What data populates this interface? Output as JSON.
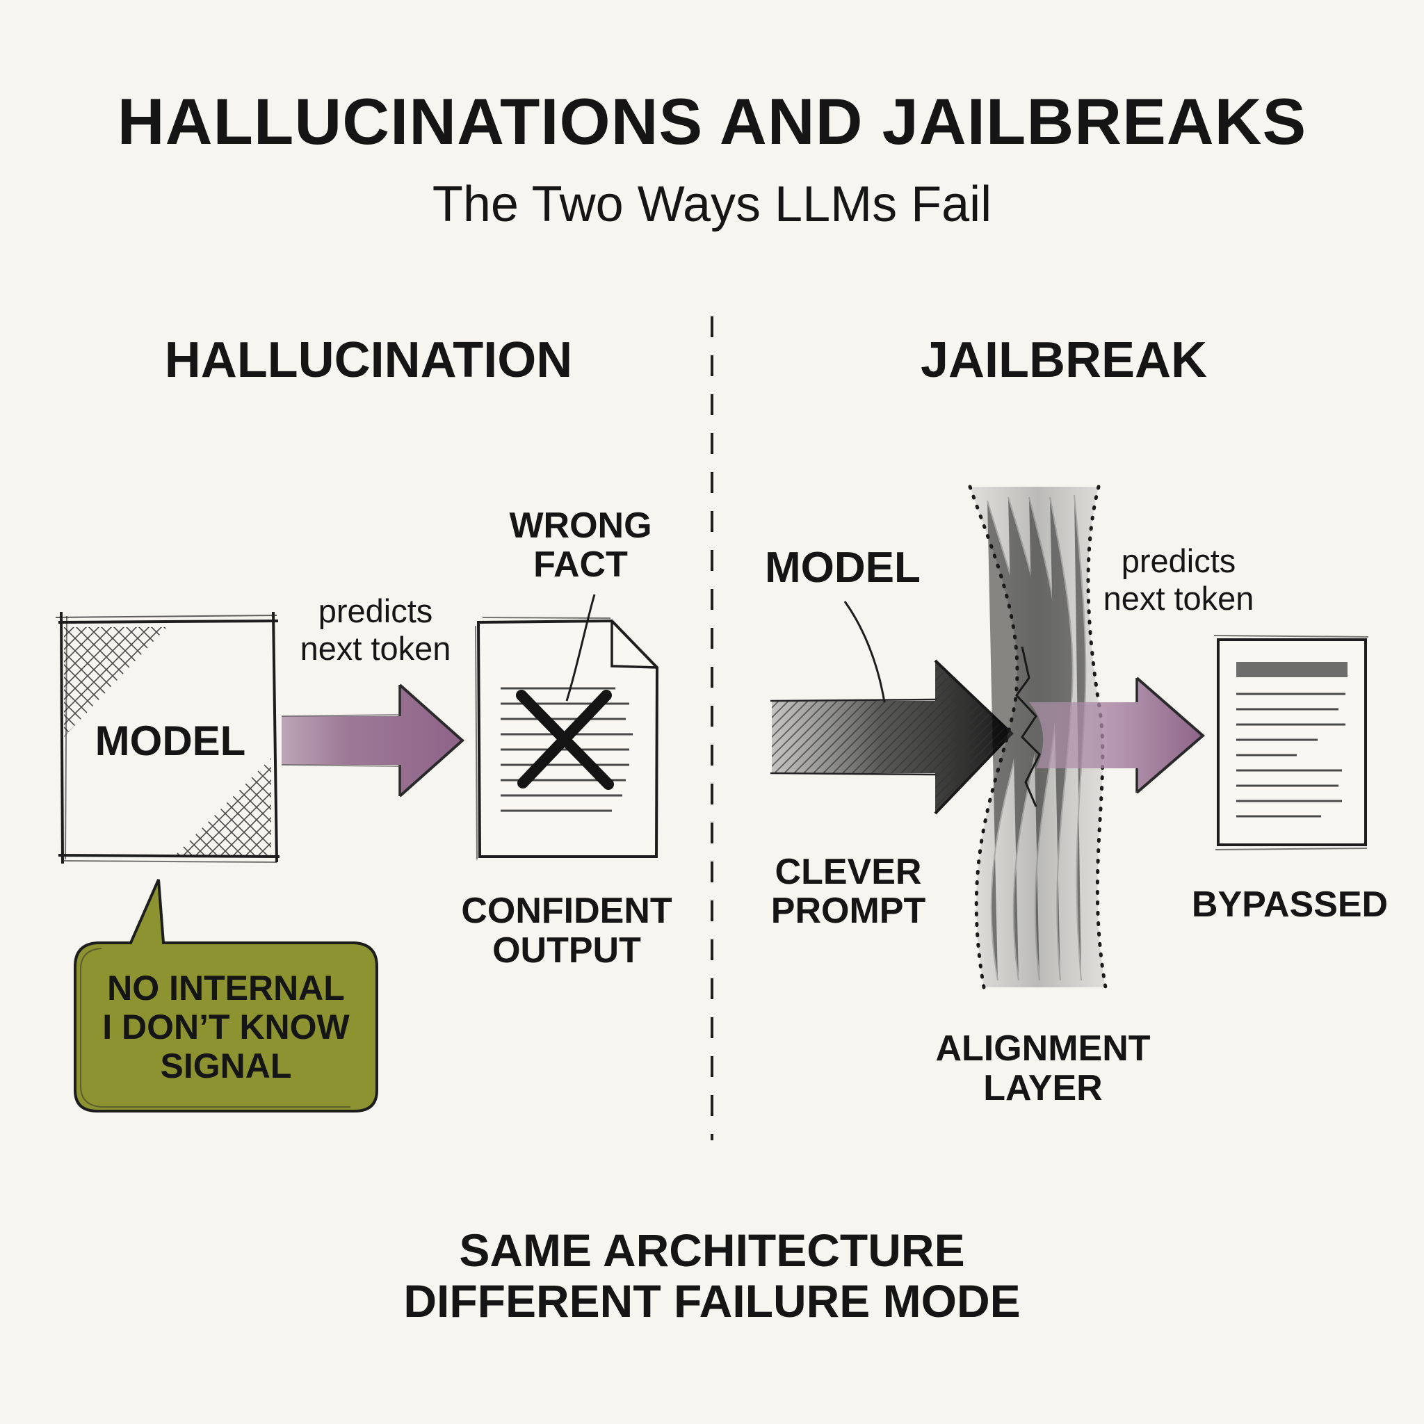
{
  "header": {
    "title": "HALLUCINATIONS AND JAILBREAKS",
    "subtitle": "The Two Ways LLMs Fail"
  },
  "hallucination": {
    "heading": "HALLUCINATION",
    "model_label": "MODEL",
    "arrow_note": [
      "predicts",
      "next token"
    ],
    "wrong_fact": [
      "WRONG",
      "FACT"
    ],
    "output_label": [
      "CONFIDENT",
      "OUTPUT"
    ],
    "bubble": [
      "NO INTERNAL",
      "I DON’T KNOW",
      "SIGNAL"
    ]
  },
  "jailbreak": {
    "heading": "JAILBREAK",
    "model_label": "MODEL",
    "prompt_label": [
      "CLEVER",
      "PROMPT"
    ],
    "arrow_note": [
      "predicts",
      "next token"
    ],
    "layer_label": [
      "ALIGNMENT",
      "LAYER"
    ],
    "bypassed_label": "BYPASSED"
  },
  "footer": [
    "SAME ARCHITECTURE",
    "DIFFERENT FAILURE MODE"
  ],
  "colors": {
    "background": "#f6f5ef",
    "ink": "#151515",
    "arrow_purple": "#8e6488",
    "bubble_olive": "#8c9330"
  }
}
